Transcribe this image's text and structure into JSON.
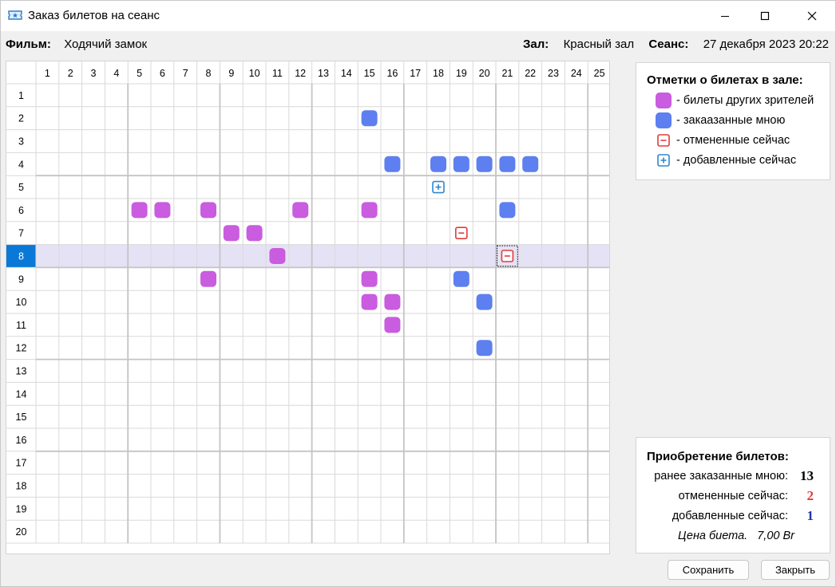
{
  "window": {
    "title": "Заказ билетов на сеанс"
  },
  "info": {
    "film_label": "Фильм:",
    "film": "Ходячий замок",
    "hall_label": "Зал:",
    "hall": "Красный зал",
    "session_label": "Сеанс:",
    "session": "27 декабря 2023 20:22"
  },
  "grid": {
    "seats": [
      "1",
      "2",
      "3",
      "4",
      "5",
      "6",
      "7",
      "8",
      "9",
      "10",
      "11",
      "12",
      "13",
      "14",
      "15",
      "16",
      "17",
      "18",
      "19",
      "20",
      "21",
      "22",
      "23",
      "24",
      "25"
    ],
    "rows": [
      "1",
      "2",
      "3",
      "4",
      "5",
      "6",
      "7",
      "8",
      "9",
      "10",
      "11",
      "12",
      "13",
      "14",
      "15",
      "16",
      "17",
      "18",
      "19",
      "20"
    ],
    "selected_row": 8,
    "focused_cell": {
      "row": 8,
      "seat": 21
    },
    "tickets": [
      {
        "row": 2,
        "seat": 15,
        "status": "mine"
      },
      {
        "row": 4,
        "seat": 16,
        "status": "mine"
      },
      {
        "row": 4,
        "seat": 18,
        "status": "mine"
      },
      {
        "row": 4,
        "seat": 19,
        "status": "mine"
      },
      {
        "row": 4,
        "seat": 20,
        "status": "mine"
      },
      {
        "row": 4,
        "seat": 21,
        "status": "mine"
      },
      {
        "row": 4,
        "seat": 22,
        "status": "mine"
      },
      {
        "row": 5,
        "seat": 18,
        "status": "added"
      },
      {
        "row": 6,
        "seat": 5,
        "status": "other"
      },
      {
        "row": 6,
        "seat": 6,
        "status": "other"
      },
      {
        "row": 6,
        "seat": 8,
        "status": "other"
      },
      {
        "row": 6,
        "seat": 12,
        "status": "other"
      },
      {
        "row": 6,
        "seat": 15,
        "status": "other"
      },
      {
        "row": 6,
        "seat": 21,
        "status": "mine"
      },
      {
        "row": 7,
        "seat": 9,
        "status": "other"
      },
      {
        "row": 7,
        "seat": 10,
        "status": "other"
      },
      {
        "row": 7,
        "seat": 19,
        "status": "cancelled"
      },
      {
        "row": 8,
        "seat": 11,
        "status": "other"
      },
      {
        "row": 8,
        "seat": 21,
        "status": "cancelled"
      },
      {
        "row": 9,
        "seat": 8,
        "status": "other"
      },
      {
        "row": 9,
        "seat": 15,
        "status": "other"
      },
      {
        "row": 9,
        "seat": 19,
        "status": "mine"
      },
      {
        "row": 10,
        "seat": 15,
        "status": "other"
      },
      {
        "row": 10,
        "seat": 16,
        "status": "other"
      },
      {
        "row": 10,
        "seat": 20,
        "status": "mine"
      },
      {
        "row": 11,
        "seat": 16,
        "status": "other"
      },
      {
        "row": 12,
        "seat": 20,
        "status": "mine"
      }
    ]
  },
  "legend": {
    "title": "Отметки о билетах в зале:",
    "items": [
      {
        "key": "other",
        "label": "- билеты других зрителей"
      },
      {
        "key": "mine",
        "label": "- закаазанные мною"
      },
      {
        "key": "cancelled",
        "label": "- отмененные сейчас"
      },
      {
        "key": "added",
        "label": "- добавленные сейчас"
      }
    ]
  },
  "purchase": {
    "title": "Приобретение билетов:",
    "ordered_label": "ранее заказанные мною:",
    "ordered": "13",
    "cancelled_label": "отмененные сейчас:",
    "cancelled": "2",
    "added_label": "добавленные сейчас:",
    "added": "1",
    "price_text": "Цена биета.   7,00 Br"
  },
  "buttons": {
    "save": "Сохранить",
    "close": "Закрыть"
  },
  "colors": {
    "other": "#c95cdf",
    "mine": "#5d7ff0",
    "cancelled": "#e03c3c",
    "added": "#2f87d0",
    "selected_row_bg": "#e6e2f6",
    "selected_header": "#0a78d7",
    "count_ordered": "#000000",
    "count_cancelled": "#e03c3c",
    "count_added": "#2233aa"
  },
  "icons": [
    "ticket-icon",
    "minimize-icon",
    "maximize-icon",
    "close-icon"
  ]
}
